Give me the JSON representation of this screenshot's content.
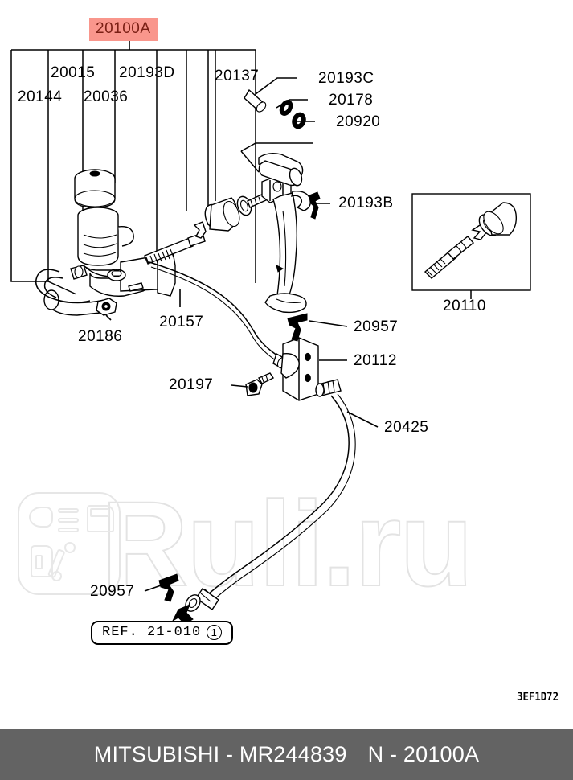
{
  "diagram": {
    "highlight_label": "20100A",
    "highlight_bg": "#f9968c",
    "highlight_fg": "#7a1f14",
    "code": "3EF1D72",
    "reference": {
      "text": "REF. 21-010",
      "marker": "1"
    },
    "watermark": {
      "text": "Ruli.ru"
    }
  },
  "callouts": {
    "c20144": "20144",
    "c20015": "20015",
    "c20036": "20036",
    "c20193D": "20193D",
    "c20137": "20137",
    "c20193C": "20193C",
    "c20178": "20178",
    "c20920": "20920",
    "c20193B": "20193B",
    "c20110": "20110",
    "c20186": "20186",
    "c20157": "20157",
    "c20957a": "20957",
    "c20112": "20112",
    "c20197": "20197",
    "c20425": "20425",
    "c20957b": "20957"
  },
  "footer": {
    "brand_part": "MITSUBISHI - MR244839",
    "group": "N - 20100A"
  }
}
